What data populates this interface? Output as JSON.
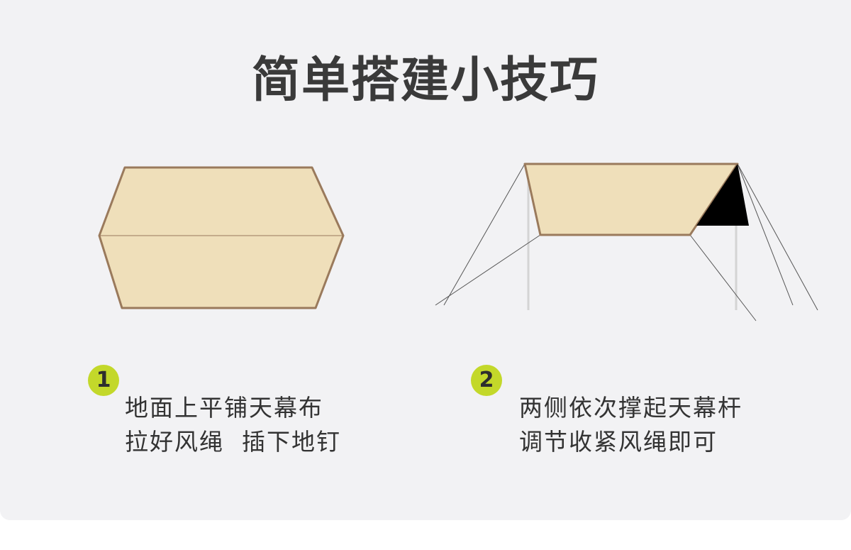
{
  "title": "简单搭建小技巧",
  "colors": {
    "background": "#f2f2f4",
    "tarp_fill": "#efdfba",
    "tarp_edge": "#9a7a5c",
    "badge": "#c3d82a",
    "text": "#333333"
  },
  "steps": [
    {
      "number": "1",
      "lines": [
        "地面上平铺天幕布",
        "拉好风绳  插下地钉"
      ]
    },
    {
      "number": "2",
      "lines": [
        "两侧依次撑起天幕杆",
        "调节收紧风绳即可"
      ]
    }
  ]
}
